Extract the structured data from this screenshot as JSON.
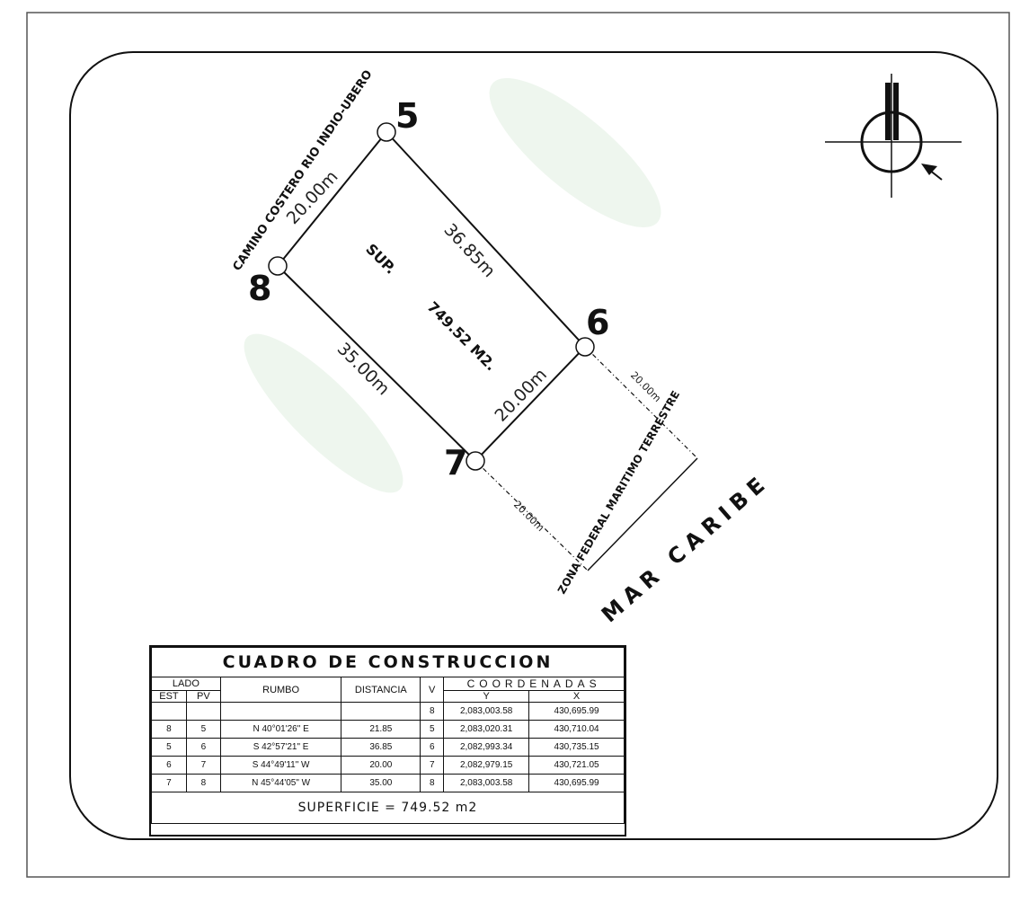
{
  "plan": {
    "vertices": [
      {
        "id": "5",
        "label": "5"
      },
      {
        "id": "6",
        "label": "6"
      },
      {
        "id": "7",
        "label": "7"
      },
      {
        "id": "8",
        "label": "8"
      }
    ],
    "dimensions": {
      "side_5_6": "36.85m",
      "side_6_7": "20.00m",
      "side_7_8": "35.00m",
      "side_8_5": "20.00m",
      "zona_upper": "20.00m",
      "zona_lower": "20.00m"
    },
    "area_label": "SUP.",
    "area_value": "749.52 M2.",
    "road_label": "CAMINO COSTERO RIO INDIO-UBERO",
    "zona_label": "ZONA FEDERAL MARITIMO TERRESTRE",
    "sea_label": "MAR CARIBE"
  },
  "table": {
    "title": "CUADRO DE CONSTRUCCION",
    "headers": {
      "lado": "LADO",
      "est": "EST",
      "pv": "PV",
      "rumbo": "RUMBO",
      "distancia": "DISTANCIA",
      "v": "V",
      "coordenadas": "COORDENADAS",
      "y": "Y",
      "x": "X"
    },
    "rows": [
      {
        "est": "",
        "pv": "",
        "rumbo": "",
        "distancia": "",
        "v": "8",
        "y": "2,083,003.58",
        "x": "430,695.99"
      },
      {
        "est": "8",
        "pv": "5",
        "rumbo": "N 40°01'26\" E",
        "distancia": "21.85",
        "v": "5",
        "y": "2,083,020.31",
        "x": "430,710.04"
      },
      {
        "est": "5",
        "pv": "6",
        "rumbo": "S 42°57'21\" E",
        "distancia": "36.85",
        "v": "6",
        "y": "2,082,993.34",
        "x": "430,735.15"
      },
      {
        "est": "6",
        "pv": "7",
        "rumbo": "S 44°49'11\" W",
        "distancia": "20.00",
        "v": "7",
        "y": "2,082,979.15",
        "x": "430,721.05"
      },
      {
        "est": "7",
        "pv": "8",
        "rumbo": "N 45°44'05\" W",
        "distancia": "35.00",
        "v": "8",
        "y": "2,083,003.58",
        "x": "430,695.99"
      }
    ],
    "superficie": "SUPERFICIE = 749.52 m2"
  }
}
